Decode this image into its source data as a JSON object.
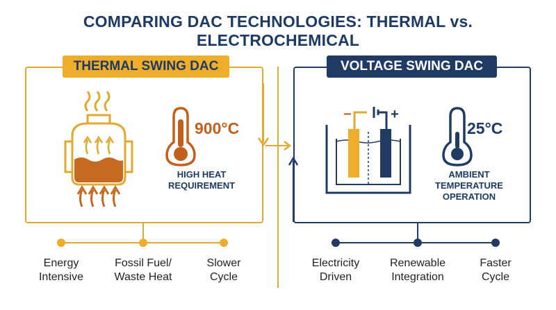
{
  "title": "COMPARING DAC TECHNOLOGIES: THERMAL vs. ELECTROCHEMICAL",
  "colors": {
    "navy": "#1f3b63",
    "gold": "#efad2c",
    "orange": "#c35f1d"
  },
  "thermal": {
    "tag": "THERMAL SWING DAC",
    "temperature": "900°C",
    "requirement_line1": "HIGH HEAT",
    "requirement_line2": "REQUIREMENT",
    "features": [
      {
        "line1": "Energy",
        "line2": "Intensive"
      },
      {
        "line1": "Fossil Fuel/",
        "line2": "Waste Heat"
      },
      {
        "line1": "Slower",
        "line2": "Cycle"
      }
    ]
  },
  "voltage": {
    "tag": "VOLTAGE SWING DAC",
    "temperature": "25°C",
    "requirement_line1": "AMBIENT",
    "requirement_line2": "TEMPERATURE",
    "requirement_line3": "OPERATION",
    "electrode_neg": "−",
    "electrode_pos": "+",
    "features": [
      {
        "line1": "Electricity",
        "line2": "Driven"
      },
      {
        "line1": "Renewable",
        "line2": "Integration"
      },
      {
        "line1": "Faster",
        "line2": "Cycle"
      }
    ]
  }
}
